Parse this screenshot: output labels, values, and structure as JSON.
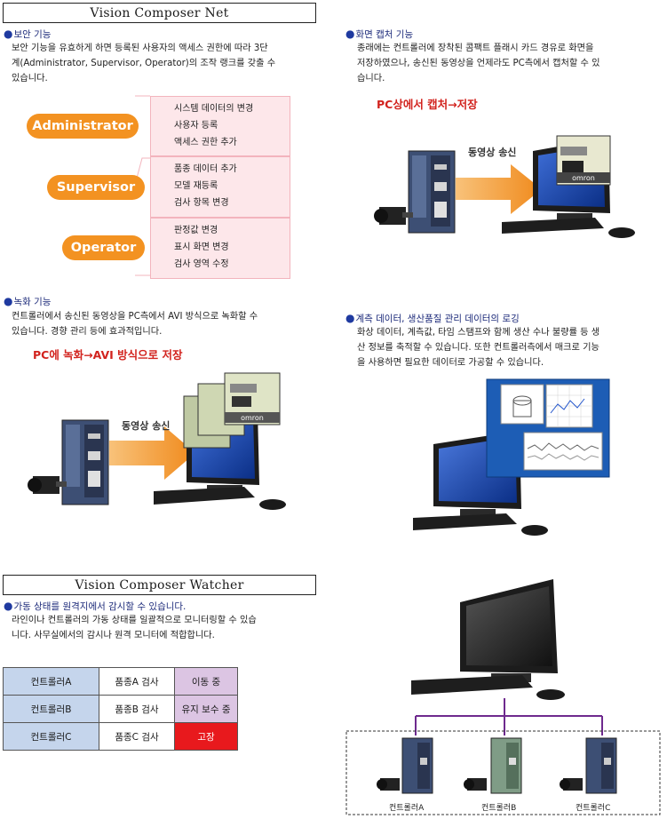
{
  "sections": {
    "net_title": "Vision Composer Net",
    "watcher_title": "Vision Composer Watcher"
  },
  "security": {
    "title": "보안 기능",
    "body": [
      "보안 기능을 유효하게 하면 등록된 사용자의 액세스 권한에 따라 3단",
      "계(Administrator, Supervisor, Operator)의 조작 랭크를 갖출 수",
      "있습니다."
    ],
    "roles": [
      {
        "name": "Administrator",
        "items": [
          "시스템 데이터의 변경",
          "사용자 등록",
          "액세스 권한 추가"
        ]
      },
      {
        "name": "Supervisor",
        "items": [
          "품종 데이터 추가",
          "모델 재등록",
          "검사 항목 변경"
        ]
      },
      {
        "name": "Operator",
        "items": [
          "판정값 변경",
          "표시 화면 변경",
          "검사 영역 수정"
        ]
      }
    ]
  },
  "capture": {
    "title": "화면 캡처 기능",
    "body": [
      "종래에는 컨트롤러에 장착된 콤팩트 플래시 카드 경유로 화면을",
      "저장하였으나, 송신된 동영상을 언제라도 PC측에서 캡처할 수 있",
      "습니다."
    ],
    "headline": "PC상에서 캡처→저장",
    "stream_label": "동영상 송신",
    "brand": "omron"
  },
  "record": {
    "title": "녹화 기능",
    "body": [
      "컨트롤러에서 송신된 동영상을 PC측에서 AVI 방식으로 녹화할 수",
      "있습니다. 경향 관리 등에 효과적입니다."
    ],
    "headline": "PC에 녹화→AVI 방식으로 저장",
    "stream_label": "동영상 송신",
    "brand": "omron"
  },
  "logging": {
    "title": "계측 데이터, 생산품질 관리 데이터의 로깅",
    "body": [
      "화상 데이터, 계측값, 타임 스탬프와 함께 생산 수나 불량률 등 생",
      "산 정보를 축적할 수 있습니다. 또한 컨트롤러측에서 매크로 기능",
      "을 사용하면 필요한 데이터로 가공할 수 있습니다."
    ]
  },
  "watcher": {
    "title": "가동 상태를 원격지에서 감시할 수 있습니다.",
    "body": [
      "라인이나 컨트롤러의 가동 상태를 일괄적으로 모니터링할 수 있습",
      "니다. 사무실에서의 감시나 원격 모니터에 적합합니다."
    ],
    "table": [
      [
        "컨트롤러A",
        "품종A 검사",
        "이동 중"
      ],
      [
        "컨트롤러B",
        "품종B 검사",
        "유지 보수 중"
      ],
      [
        "컨트롤러C",
        "품종C 검사",
        "고장"
      ]
    ],
    "controllers": [
      "컨트롤러A",
      "컨트롤러B",
      "컨트롤러C"
    ]
  },
  "colors": {
    "accent_orange": "#f39221",
    "headline_red": "#d2231e",
    "network_purple": "#6e2a8e",
    "fault_red": "#e8191d"
  }
}
